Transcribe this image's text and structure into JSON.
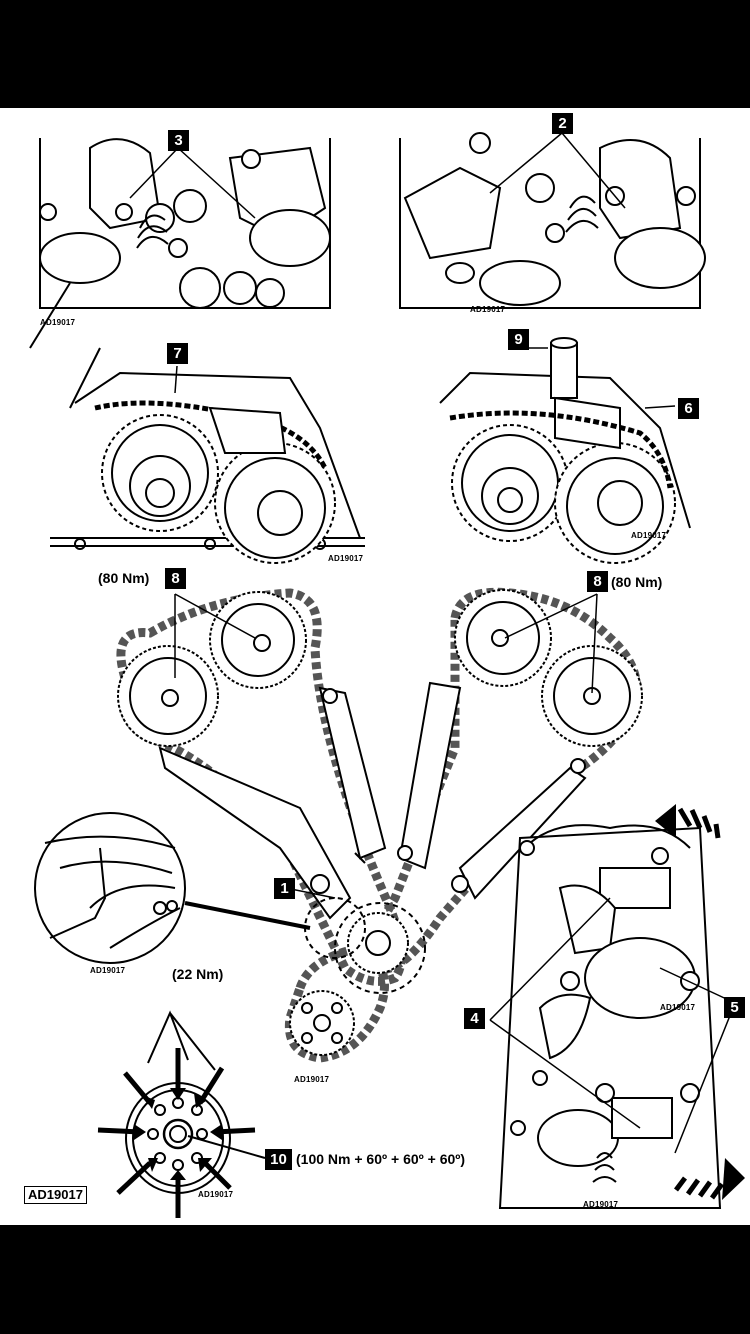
{
  "figure": {
    "image_ref": "AD19017",
    "callouts": [
      "1",
      "2",
      "3",
      "4",
      "5",
      "6",
      "7",
      "8",
      "9",
      "10"
    ],
    "torques": {
      "cam_left": "(80 Nm)",
      "cam_right": "(80 Nm)",
      "damper_bolts": "(22 Nm)",
      "crank_bolt": "(100 Nm + 60º + 60º + 60º)"
    }
  }
}
